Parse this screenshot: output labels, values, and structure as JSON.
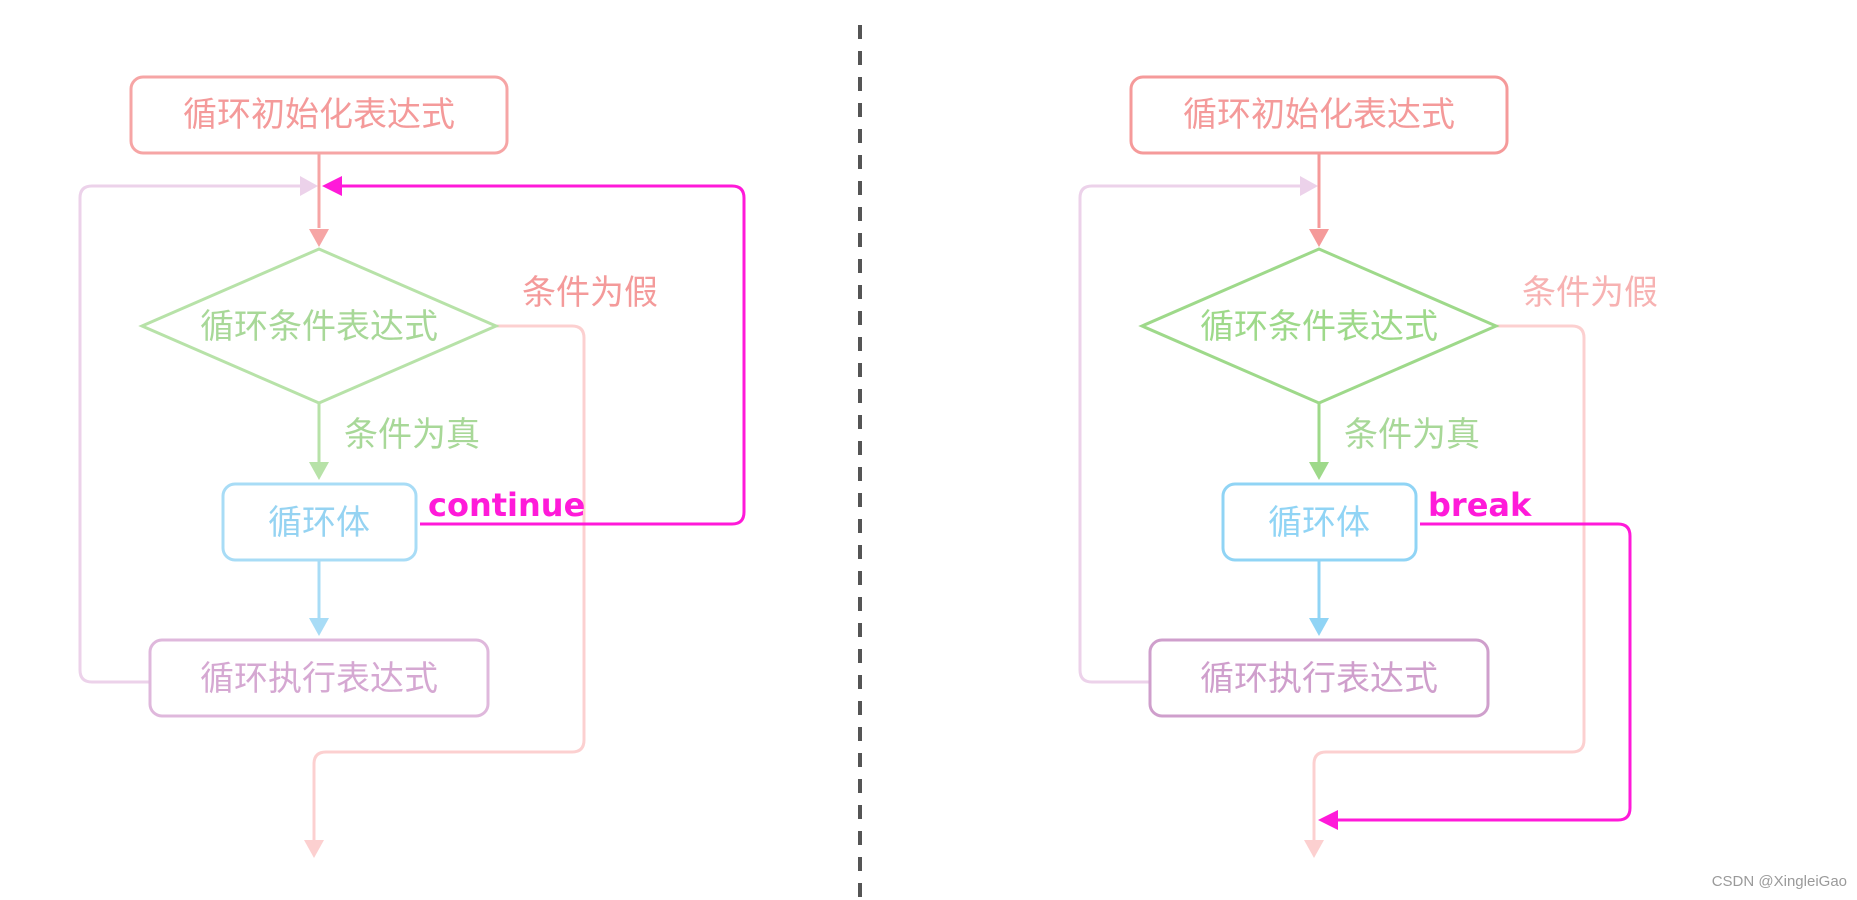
{
  "colors": {
    "init": "#f6a5a5",
    "init_text": "#f49a9a",
    "cond": "#b7e2a8",
    "cond_text": "#a8d898",
    "body": "#a8dcf6",
    "body_text": "#95d3f2",
    "step": "#dfb8dc",
    "step_text": "#d5a8d2",
    "loop_line": "#ecd2ea",
    "false_line": "#fcd0d0",
    "false_text": "#f49a9a",
    "jump": "#ff1ad9",
    "divider": "#555555",
    "dark_init": "#f59a9a",
    "dark_cond": "#9ed98a",
    "dark_body": "#90d4f5",
    "dark_step": "#cf9fcc"
  },
  "left": {
    "init_label": "循环初始化表达式",
    "cond_label": "循环条件表达式",
    "false_label": "条件为假",
    "true_label": "条件为真",
    "body_label": "循环体",
    "jump_label": "continue",
    "step_label": "循环执行表达式"
  },
  "right": {
    "init_label": "循环初始化表达式",
    "cond_label": "循环条件表达式",
    "false_label": "条件为假",
    "true_label": "条件为真",
    "body_label": "循环体",
    "jump_label": "break",
    "step_label": "循环执行表达式"
  },
  "watermark": "CSDN @XingleiGao"
}
